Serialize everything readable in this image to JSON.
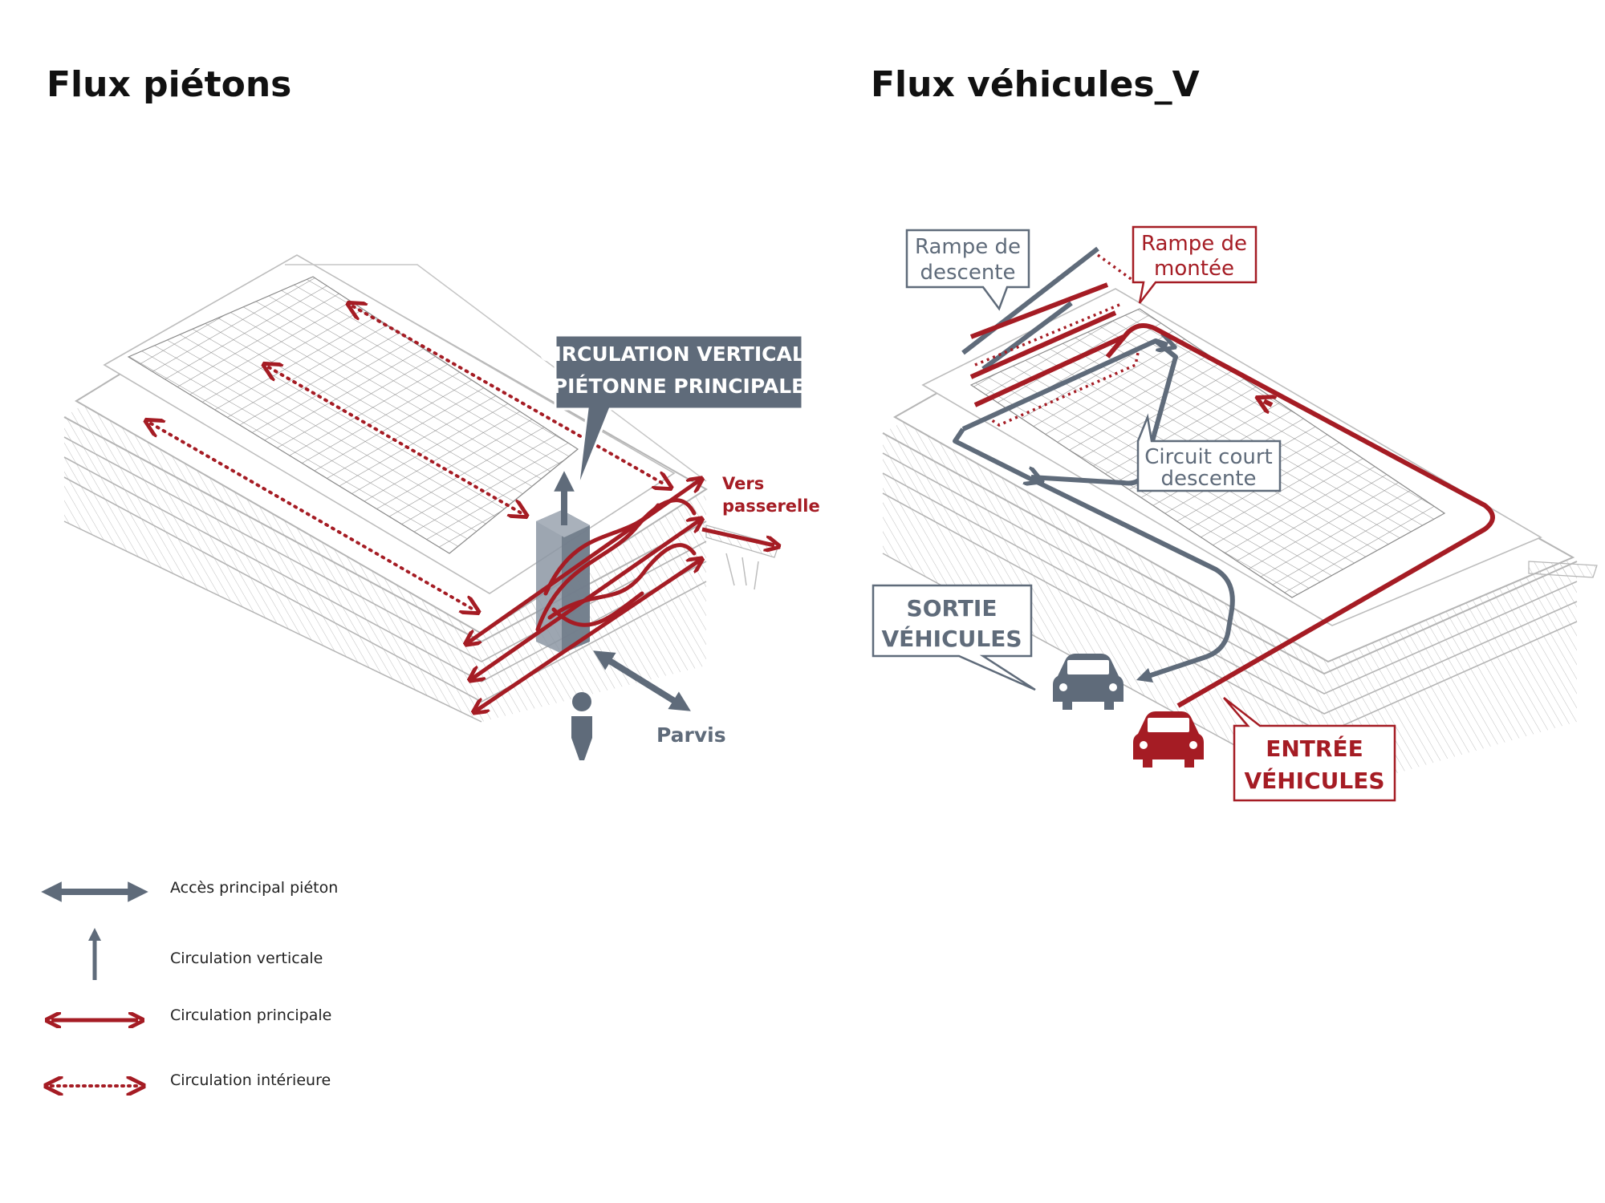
{
  "titles": {
    "left": "Flux piétons",
    "right": "Flux véhicules_V"
  },
  "pedestrian": {
    "callout_line1": "CIRCULATION VERTICALE",
    "callout_line2": "PIÉTONNE PRINCIPALE",
    "vers_line1": "Vers",
    "vers_line2": "passerelle",
    "parvis": "Parvis"
  },
  "vehicle": {
    "rampe_descente_line1": "Rampe de",
    "rampe_descente_line2": "descente",
    "rampe_montee_line1": "Rampe de",
    "rampe_montee_line2": "montée",
    "circuit_line1": "Circuit court",
    "circuit_line2": "descente",
    "sortie_line1": "SORTIE",
    "sortie_line2": "VÉHICULES",
    "entree_line1": "ENTRÉE",
    "entree_line2": "VÉHICULES"
  },
  "legend": [
    {
      "label": "Accès principal piéton",
      "icon": "double-arrow-grey"
    },
    {
      "label": "Circulation verticale",
      "icon": "up-arrow-grey"
    },
    {
      "label": "Circulation principale",
      "icon": "double-arrow-red"
    },
    {
      "label": "Circulation intérieure",
      "icon": "dotted-double-arrow-red"
    }
  ],
  "colors": {
    "red": "#a51c24",
    "grey": "#5f6b7a",
    "line": "#b5b5b5"
  }
}
